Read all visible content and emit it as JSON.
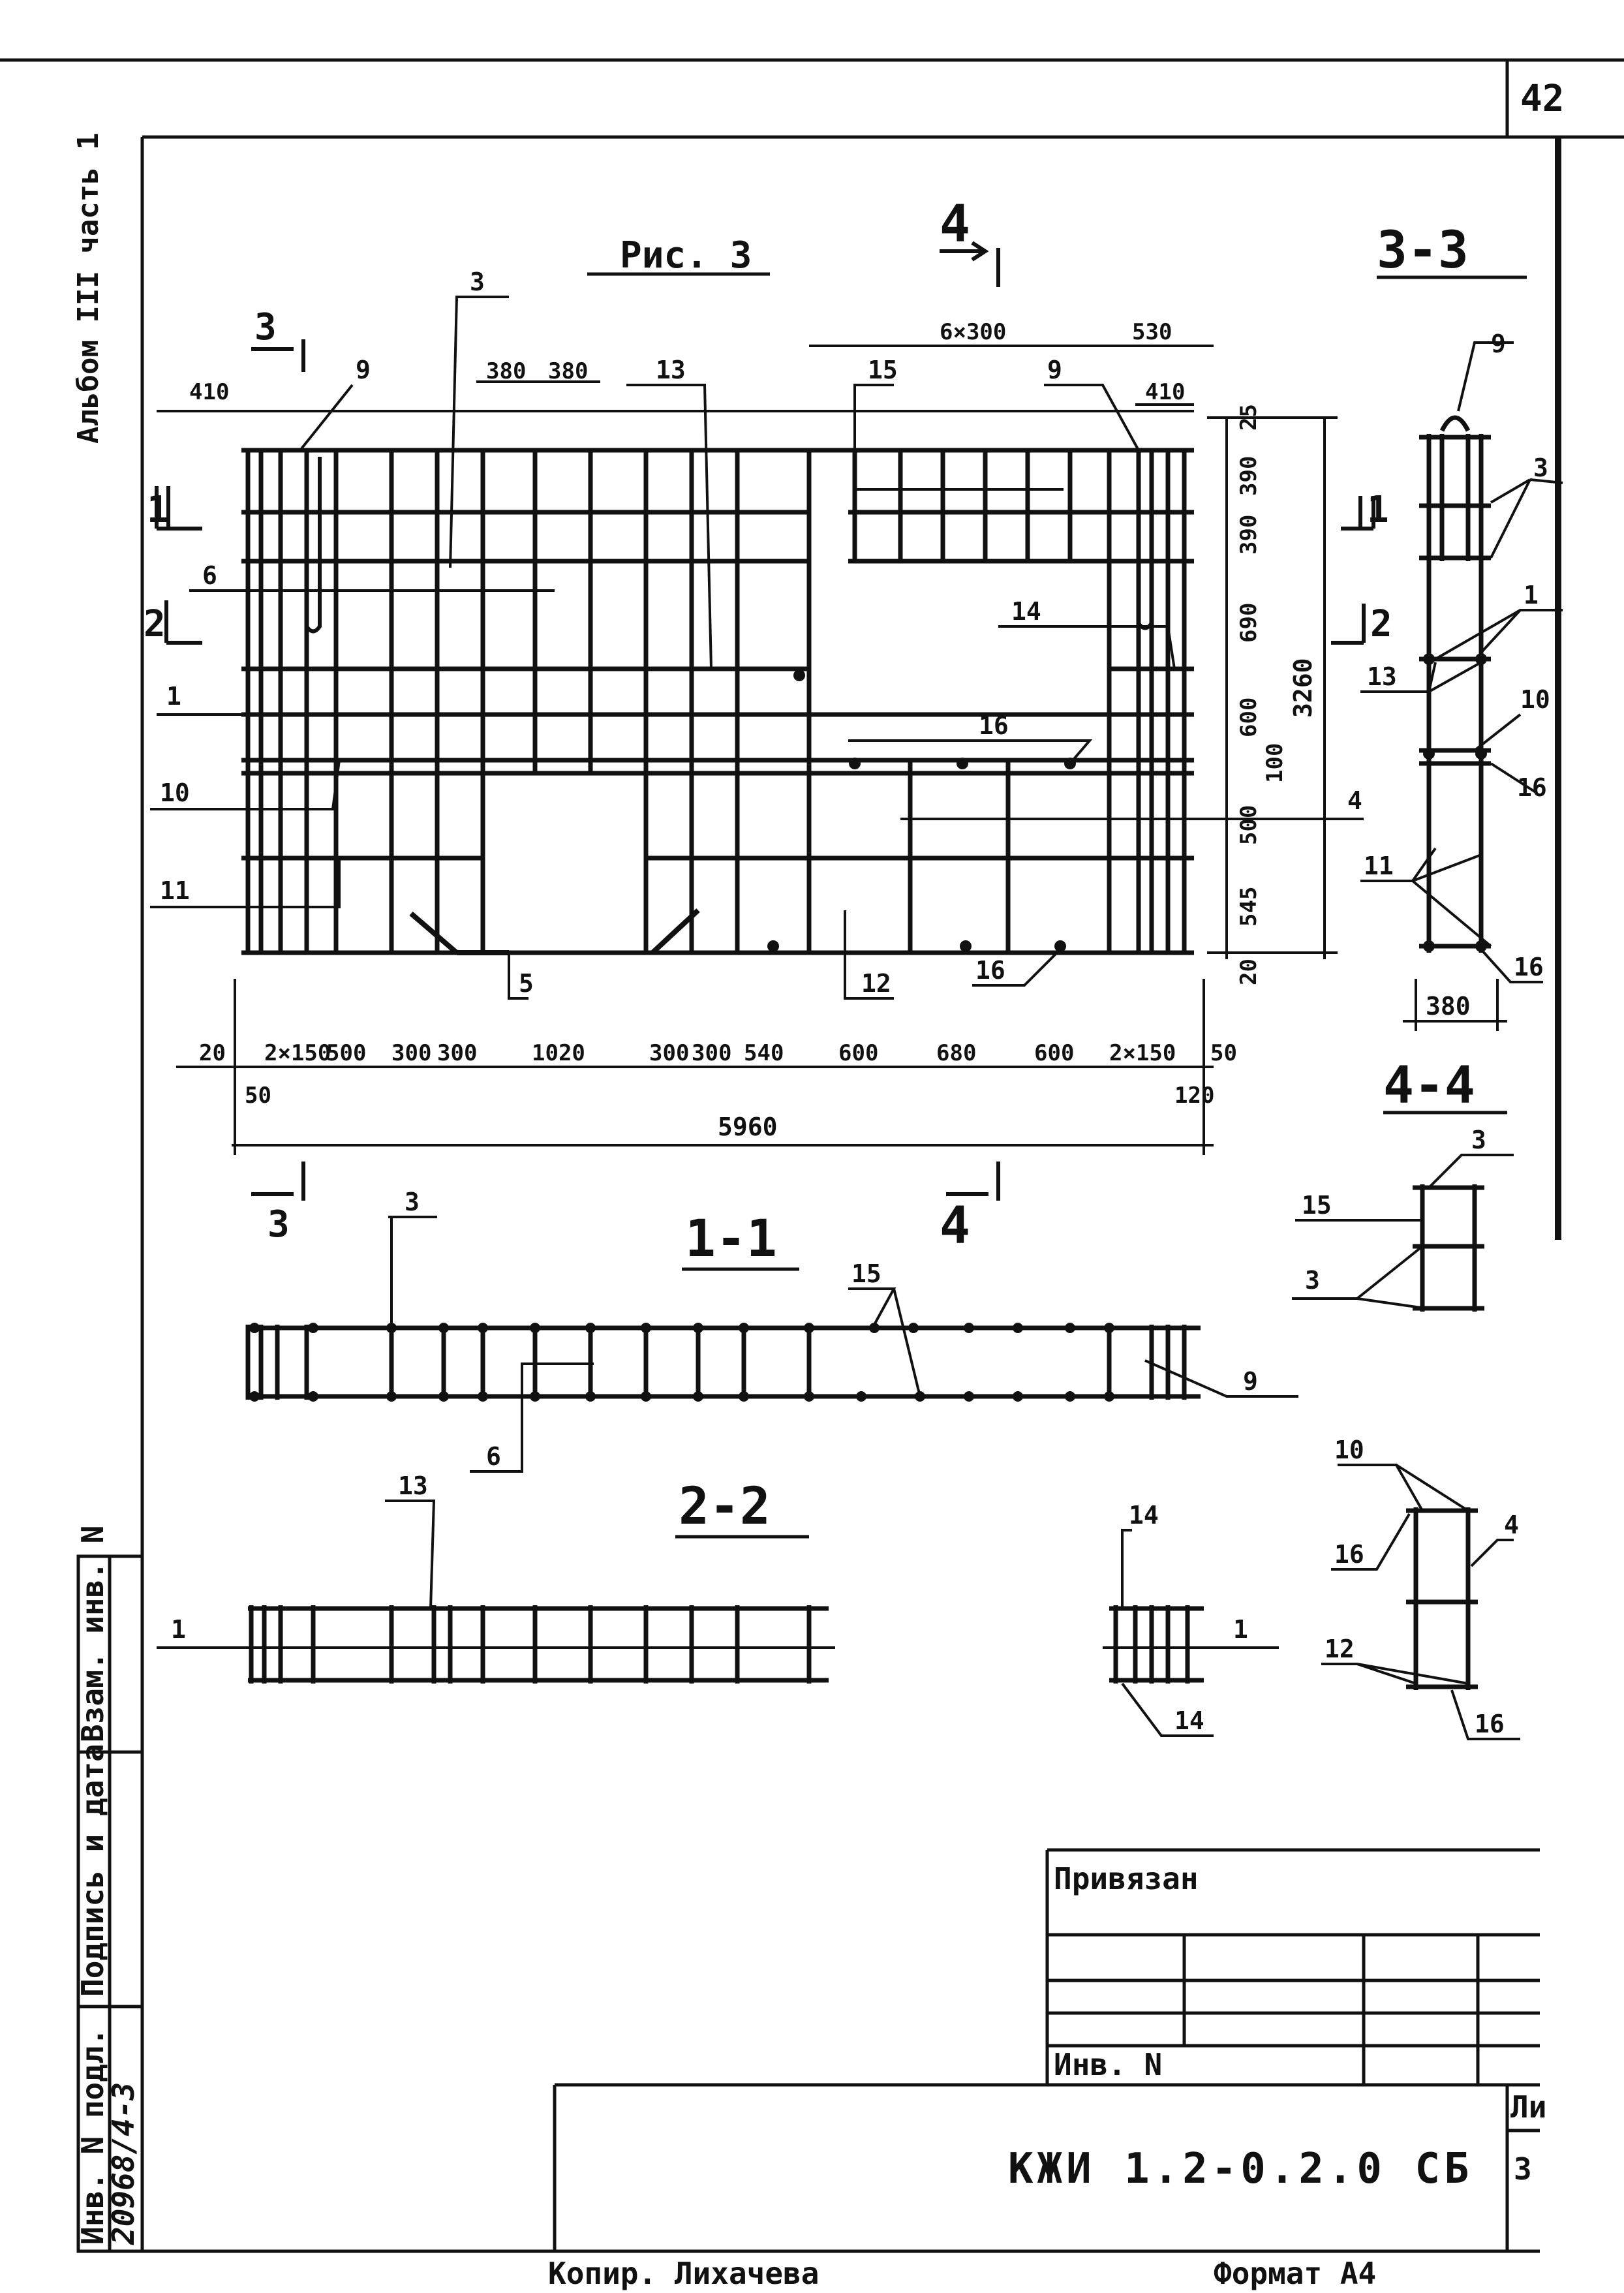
{
  "page_number": "42",
  "margin_label": "Альбом III часть 1",
  "figure_title": "Рис. 3",
  "section_marks": {
    "s3": "3",
    "s4": "4"
  },
  "section_titles": {
    "s33": "3-3",
    "s44": "4-4",
    "s11": "1-1",
    "s22": "2-2"
  },
  "main_view": {
    "top_dims": [
      "410",
      "380",
      "380",
      "6×300",
      "530",
      "410"
    ],
    "bottom_dims": [
      "20",
      "2×150",
      "500",
      "300",
      "300",
      "1020",
      "300",
      "300",
      "540",
      "600",
      "680",
      "600",
      "2×150",
      "50"
    ],
    "bottom_small": [
      "50",
      "120"
    ],
    "overall_width": "5960",
    "right_dims": [
      "25",
      "390",
      "390",
      "690",
      "600",
      "100",
      "500",
      "545",
      "20"
    ],
    "overall_height": "3260",
    "row_marks": [
      "1",
      "2"
    ],
    "leaders": [
      "3",
      "9",
      "13",
      "15",
      "9",
      "6",
      "14",
      "1",
      "16",
      "10",
      "4",
      "11",
      "5",
      "12",
      "16"
    ]
  },
  "section_33": {
    "width": "380",
    "leaders": [
      "9",
      "3",
      "1",
      "13",
      "10",
      "16",
      "11",
      "16"
    ],
    "row_marks": [
      "1",
      "2"
    ]
  },
  "section_44": {
    "leaders": [
      "3",
      "15",
      "3"
    ]
  },
  "section_11": {
    "leaders": [
      "3",
      "15",
      "9",
      "6"
    ]
  },
  "section_22": {
    "leaders": [
      "13",
      "1"
    ]
  },
  "detail_14": {
    "leaders": [
      "14",
      "1",
      "14"
    ]
  },
  "detail_10": {
    "leaders": [
      "10",
      "16",
      "4",
      "12",
      "16"
    ]
  },
  "margin_stamp": {
    "labels": [
      "Инв. N подл.",
      "Подпись и дата",
      "Взам. инв. N"
    ],
    "inv_number": "20968/4-3"
  },
  "title_block": {
    "privyazan": "Привязан",
    "inv_n": "Инв. N",
    "doc_code": "КЖИ 1.2-0.2.0 СБ",
    "list_label": "Ли",
    "list_value": "3"
  },
  "footer": {
    "copier": "Копир. Лихачева",
    "format": "Формат А4"
  }
}
